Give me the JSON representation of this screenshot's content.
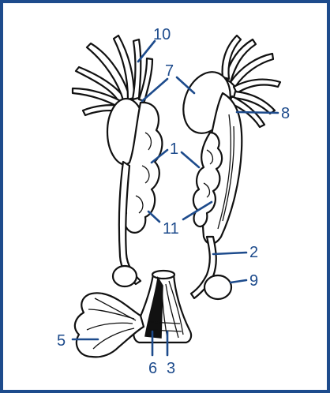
{
  "diagram": {
    "labels": {
      "l1": "1",
      "l2": "2",
      "l3": "3",
      "l5": "5",
      "l6": "6",
      "l7": "7",
      "l8": "8",
      "l9": "9",
      "l10": "10",
      "l11": "11"
    },
    "colors": {
      "frame": "#1d4b8c",
      "label": "#1d4b8c",
      "ink": "#111111"
    }
  }
}
